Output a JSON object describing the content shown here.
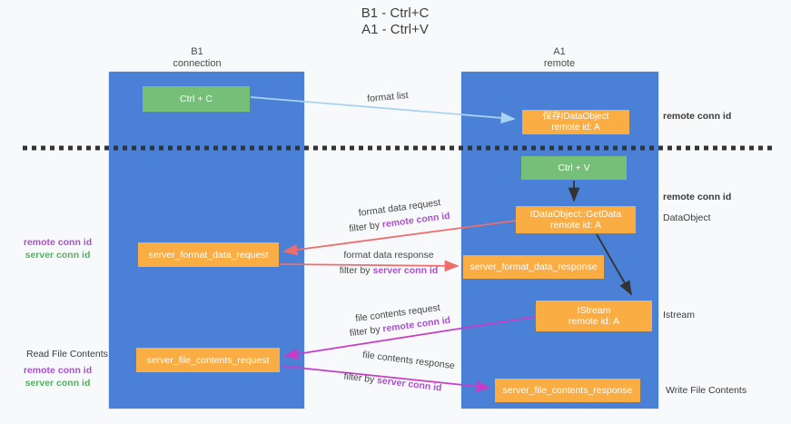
{
  "title": {
    "line1": "B1 - Ctrl+C",
    "line2": "A1 - Ctrl+V"
  },
  "lifelines": {
    "left": {
      "name": "B1",
      "role": "connection"
    },
    "right": {
      "name": "A1",
      "role": "remote"
    }
  },
  "nodes": {
    "ctrl_c": {
      "label": "Ctrl + C"
    },
    "save_dataobject": {
      "line1": "保存IDataObject",
      "line2": "remote id: A"
    },
    "ctrl_v": {
      "label": "Ctrl + V"
    },
    "getdata": {
      "line1": "IDataObject::GetData",
      "line2": "remote id: A"
    },
    "istream": {
      "line1": "IStream",
      "line2": "remote id: A"
    },
    "server_format_data_request": {
      "label": "server_format_data_request"
    },
    "server_format_data_response": {
      "label": "server_format_data_response"
    },
    "server_file_contents_request": {
      "label": "server_file_contents_request"
    },
    "server_file_contents_response": {
      "label": "server_file_contents_response"
    }
  },
  "flow_labels": {
    "format_list": "format list",
    "format_data_request": "format data request",
    "format_data_response": "format data response",
    "file_contents_request": "file contents request",
    "file_contents_response": "file contents response",
    "filter_by": "filter by ",
    "remote_conn_id": "remote conn id",
    "server_conn_id": "server conn id"
  },
  "annotations": {
    "right_top_conn": "remote conn id",
    "right_mid_conn": "remote conn id",
    "dataobject": "DataObject",
    "istream": "Istream",
    "write_file_contents": "Write File Contents",
    "left_mid_remote": "remote conn id",
    "left_mid_server": "server conn id",
    "read_file_contents": "Read File Contents",
    "left_bottom_remote": "remote conn id",
    "left_bottom_server": "server conn id"
  },
  "colors": {
    "lifeline_blue": "#4a80d6",
    "action_green": "#76bf78",
    "message_orange": "#f9ad42",
    "request_red": "#ee6e6e",
    "file_magenta": "#c53ec5",
    "format_list_blue": "#a9d3f1",
    "conn_purple": "#a952cc",
    "server_green": "#53b25f",
    "dashed_divider": "#333333"
  }
}
